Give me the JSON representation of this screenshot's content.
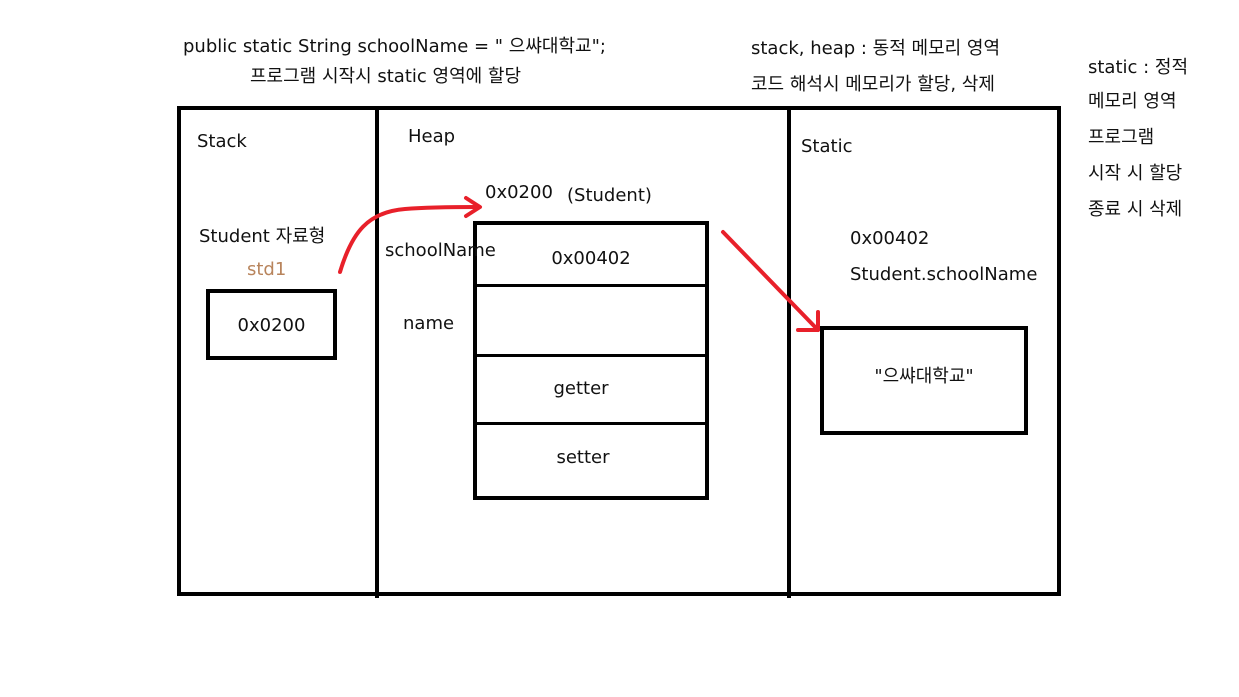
{
  "top_note": {
    "code_line": "public static String schoolName = \" 으쌰대학교\";",
    "explain_line": "프로그램 시작시 static 영역에 할당"
  },
  "stack_heap_note": {
    "line1": "stack, heap : 동적 메모리 영역",
    "line2": "코드 해석시 메모리가 할당, 삭제"
  },
  "static_note": {
    "lines": [
      "static : 정적",
      "메모리 영역",
      "프로그램",
      "시작 시 할당",
      "종료 시 삭제"
    ]
  },
  "stack_area": {
    "title": "Stack",
    "type_label": "Student 자료형",
    "var_name": "std1",
    "var_value": "0x0200"
  },
  "heap_area": {
    "title": "Heap",
    "object_address": "0x0200",
    "object_type": "(Student)",
    "fields": [
      {
        "name": "schoolName",
        "value": "0x00402"
      },
      {
        "name": "name",
        "value": ""
      },
      {
        "name": "",
        "value": "getter"
      },
      {
        "name": "",
        "value": "setter"
      }
    ]
  },
  "static_area": {
    "title": "Static",
    "address": "0x00402",
    "field_ref": "Student.schoolName",
    "value": "\"으쌰대학교\""
  },
  "colors": {
    "arrow": "#e8202a",
    "border": "#000000",
    "var_name": "#b8845c"
  }
}
